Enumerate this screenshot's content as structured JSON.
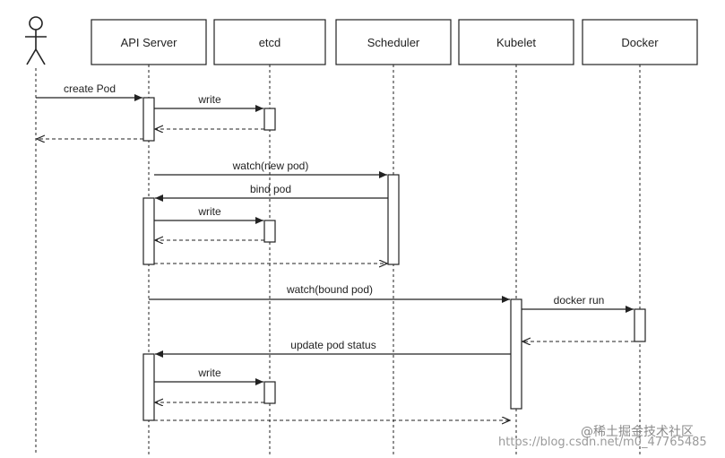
{
  "participants": {
    "actor": "",
    "api_server": "API Server",
    "etcd": "etcd",
    "scheduler": "Scheduler",
    "kubelet": "Kubelet",
    "docker": "Docker"
  },
  "messages": {
    "m1": "create Pod",
    "m2": "write",
    "m3": "watch(new pod)",
    "m4": "bind pod",
    "m5": "write",
    "m6": "watch(bound pod)",
    "m7": "docker run",
    "m8": "update pod status",
    "m9": "write"
  },
  "watermark": {
    "brand": "@稀土掘金技术社区",
    "url": "https://blog.csdn.net/m0_47765485"
  },
  "colors": {
    "line": "#222222",
    "box_border": "#222222",
    "watermark": "#9a9a9a"
  }
}
